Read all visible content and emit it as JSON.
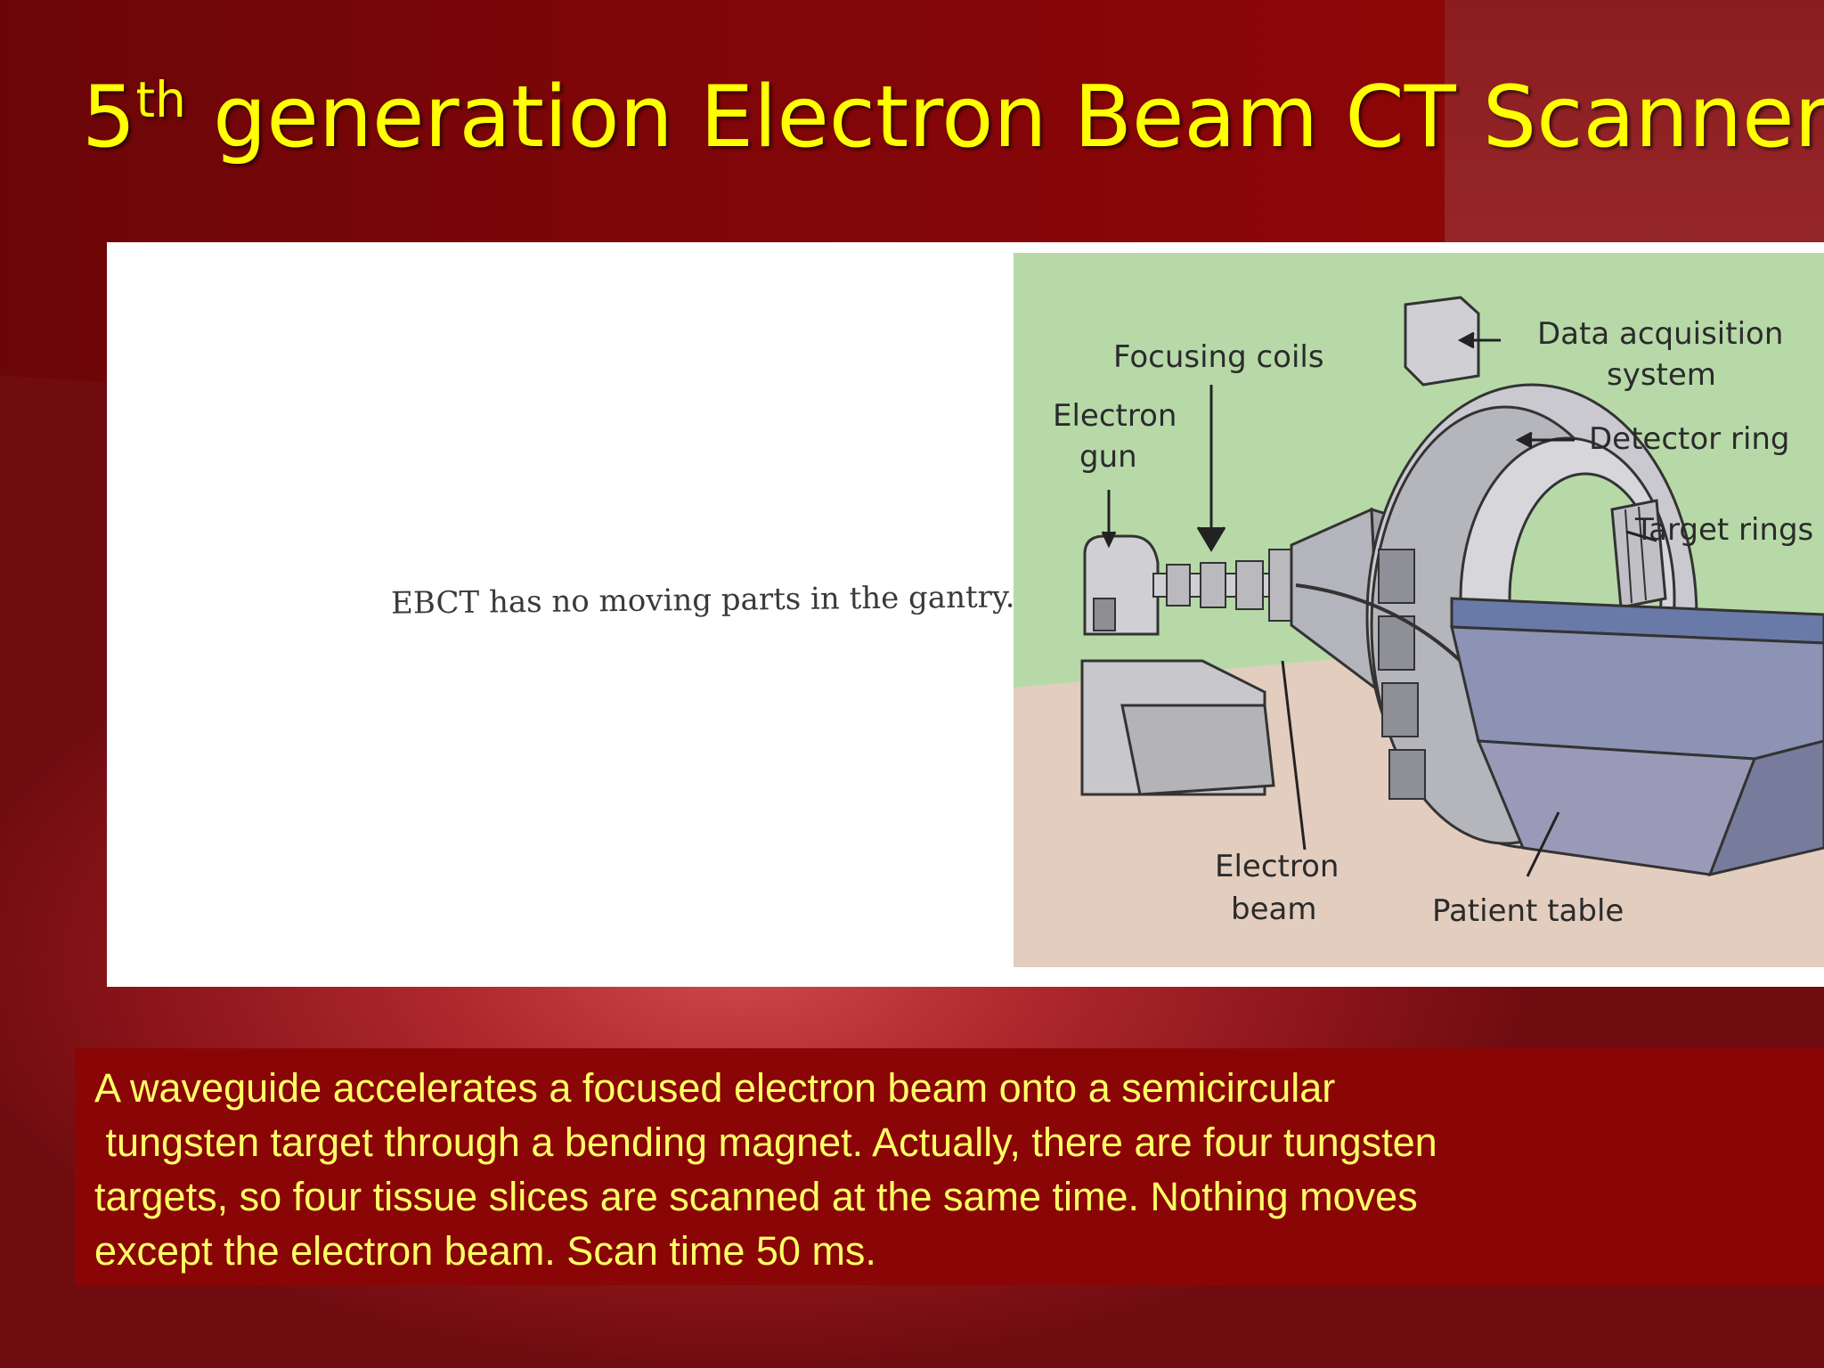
{
  "slide": {
    "title_number": "5",
    "title_superscript": "th",
    "title_rest": " generation Electron Beam CT Scanner",
    "body_lines": [
      "A waveguide accelerates a focused electron beam onto a semicircular",
      " tungsten target through a bending magnet. Actually, there are four tungsten",
      "targets, so four tissue slices are scanned at the same time. Nothing moves",
      "except the electron beam. Scan time 50 ms."
    ]
  },
  "figure": {
    "caption": "EBCT has no moving parts in the gantry.",
    "labels": {
      "focusing_coils": "Focusing coils",
      "electron_gun_1": "Electron",
      "electron_gun_2": "gun",
      "data_acquisition_1": "Data acquisition",
      "data_acquisition_2": "system",
      "detector_ring": "Detector ring",
      "target_rings": "Target rings",
      "electron_beam_1": "Electron",
      "electron_beam_2": "beam",
      "patient_table": "Patient table"
    }
  },
  "colors": {
    "title": "#ffff00",
    "body_text": "#ffff66",
    "body_box": "#8a0606",
    "diagram_wall": "#b7d9a8",
    "diagram_floor": "#e3cdbf"
  }
}
